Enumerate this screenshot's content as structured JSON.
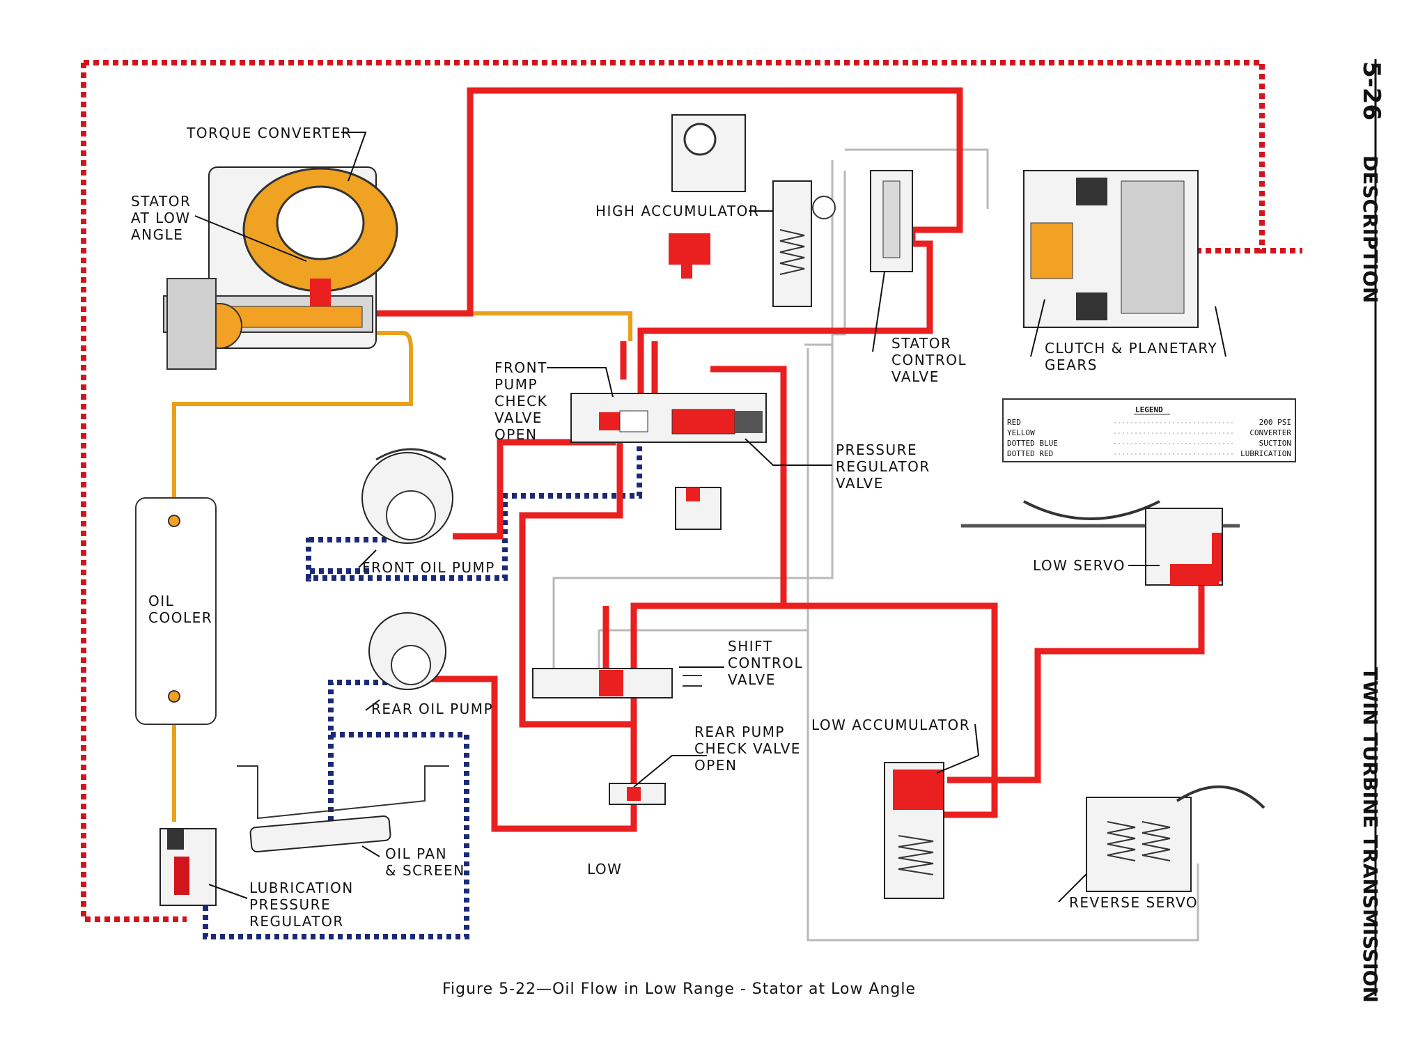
{
  "page": {
    "section_number": "5-26",
    "section_title": "DESCRIPTION",
    "book_title": "TWIN TURBINE TRANSMISSION",
    "caption": "Figure 5-22—Oil Flow in Low Range - Stator at Low Angle",
    "range_label": "LOW"
  },
  "labels": {
    "torque_converter": "TORQUE CONVERTER",
    "stator_1": "STATOR",
    "stator_2": "AT LOW",
    "stator_3": "ANGLE",
    "high_accumulator": "HIGH ACCUMULATOR",
    "stator_control_1": "STATOR",
    "stator_control_2": "CONTROL",
    "stator_control_3": "VALVE",
    "clutch_1": "CLUTCH & PLANETARY",
    "clutch_2": "GEARS",
    "front_check_1": "FRONT",
    "front_check_2": "PUMP",
    "front_check_3": "CHECK",
    "front_check_4": "VALVE",
    "front_check_5": "OPEN",
    "pressure_reg_1": "PRESSURE",
    "pressure_reg_2": "REGULATOR",
    "pressure_reg_3": "VALVE",
    "front_oil_pump": "FRONT OIL PUMP",
    "oil_cooler_1": "OIL",
    "oil_cooler_2": "COOLER",
    "low_servo": "LOW SERVO",
    "shift_control_1": "SHIFT",
    "shift_control_2": "CONTROL",
    "shift_control_3": "VALVE",
    "rear_oil_pump": "REAR OIL PUMP",
    "rear_check_1": "REAR PUMP",
    "rear_check_2": "CHECK VALVE",
    "rear_check_3": "OPEN",
    "low_accumulator": "LOW ACCUMULATOR",
    "oil_pan_1": "OIL PAN",
    "oil_pan_2": "& SCREEN",
    "lube_1": "LUBRICATION",
    "lube_2": "PRESSURE",
    "lube_3": "REGULATOR",
    "reverse_servo": "REVERSE SERVO"
  },
  "legend": {
    "title": "LEGEND",
    "rows": [
      {
        "key": "RED",
        "value": "200 PSI"
      },
      {
        "key": "YELLOW",
        "value": "CONVERTER"
      },
      {
        "key": "DOTTED BLUE",
        "value": "SUCTION"
      },
      {
        "key": "DOTTED RED",
        "value": "LUBRICATION"
      }
    ]
  },
  "colors": {
    "pressure_200psi": "#ea1f1f",
    "converter": "#e9a11a",
    "suction": "#1b2a78",
    "lubrication": "#d4141c"
  }
}
